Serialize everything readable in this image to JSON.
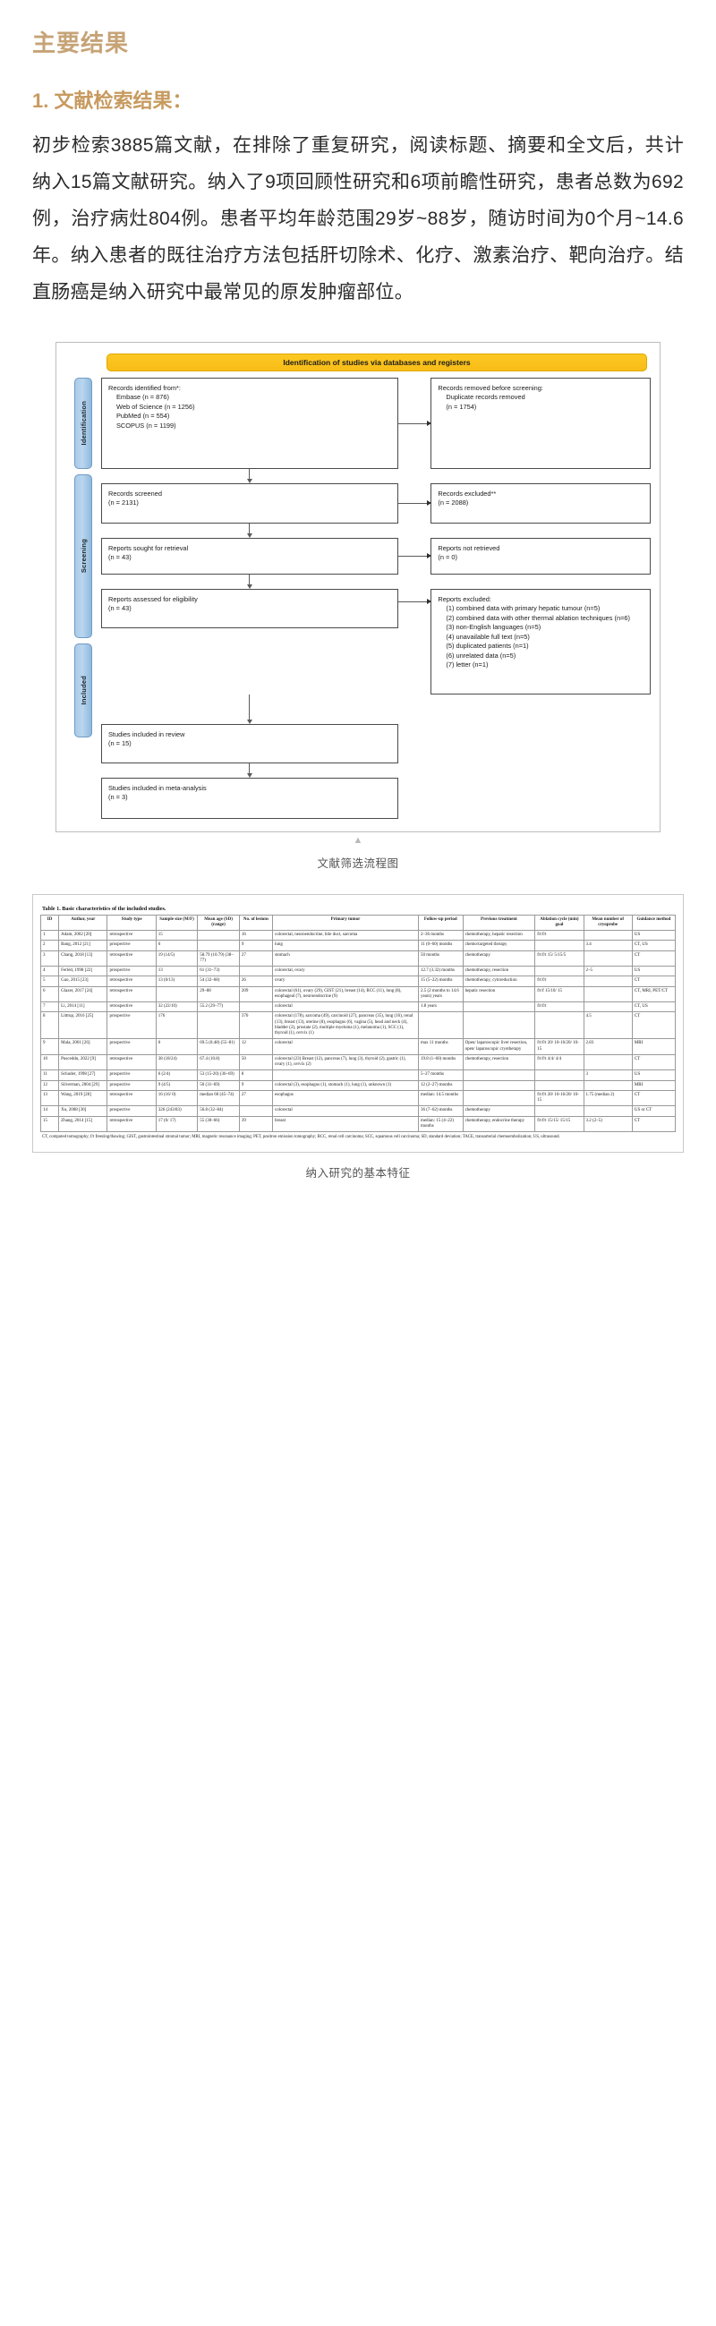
{
  "article": {
    "heading": "主要结果",
    "subheading": "1. 文献检索结果：",
    "body": "初步检索3885篇文献，在排除了重复研究，阅读标题、摘要和全文后，共计纳入15篇文献研究。纳入了9项回顾性研究和6项前瞻性研究，患者总数为692例，治疗病灶804例。患者平均年龄范围29岁~88岁，随访时间为0个月~14.6年。纳入患者的既往治疗方法包括肝切除术、化疗、激素治疗、靶向治疗。结直肠癌是纳入研究中最常见的原发肿瘤部位。"
  },
  "figure1": {
    "caption": "文献筛选流程图",
    "prisma": {
      "title": "Identification of studies via databases and registers",
      "bands": [
        "Identification",
        "Screening",
        "Included"
      ],
      "boxes": {
        "identified": "Records identified from*:",
        "identified_sources": [
          "Embase (n = 876)",
          "Web of Science (n = 1256)",
          "PubMed (n = 554)",
          "SCOPUS (n = 1199)"
        ],
        "removed_title": "Records removed before screening:",
        "removed_lines": [
          "Duplicate records removed",
          "(n = 1754)"
        ],
        "screened": [
          "Records screened",
          "(n = 2131)"
        ],
        "excluded": [
          "Records excluded**",
          "(n = 2088)"
        ],
        "sought": [
          "Reports sought for retrieval",
          "(n = 43)"
        ],
        "not_retrieved": [
          "Reports not retrieved",
          "(n = 0)"
        ],
        "assessed": [
          "Reports assessed for eligibility",
          "(n = 43)"
        ],
        "reports_excluded_title": "Reports excluded:",
        "reports_excluded_items": [
          "(1) combined data with primary hepatic tumour (n=5)",
          "(2) combined data with other thermal ablation techniques (n=6)",
          "(3) non-English languages (n=5)",
          "(4) unavailable full text (n=5)",
          "(5) duplicated patients (n=1)",
          "(6) unrelated data (n=5)",
          "(7) letter (n=1)"
        ],
        "included_review": [
          "Studies included in review",
          "(n = 15)"
        ],
        "included_meta": [
          "Studies included in meta-analysis",
          "(n = 3)"
        ]
      }
    }
  },
  "figure2": {
    "caption": "纳入研究的基本特征",
    "table": {
      "title": "Table 1.  Basic characteristics of the included studies.",
      "columns": [
        "ID",
        "Author, year",
        "Study type",
        "Sample size (M/F)",
        "Mean age (SD) (range)",
        "No. of lesions",
        "Primary tumor",
        "Follow-up period",
        "Previous treatment",
        "Ablation cycle (min) goal",
        "Mean number of cryoprobe",
        "Guidance method"
      ],
      "rows": [
        [
          "1",
          "Adam, 2002 [20]",
          "retrospective",
          "15",
          "",
          "16",
          "colorectal, neuroendocrine, bile duct, sarcoma",
          "2–36 months",
          "chemotherapy, hepatic resection",
          "f/t/f/t",
          "",
          "US"
        ],
        [
          "2",
          "Bang, 2012 [21]",
          "prospective",
          "6",
          "",
          "9",
          "lung",
          "11 (0–60) months",
          "chemo/targeted therapy",
          "",
          "3.4",
          "CT, US"
        ],
        [
          "3",
          "Chang, 2018 [13]",
          "retrospective",
          "19 (14/5)",
          "58.79 (10.79) (38–77)",
          "27",
          "stomach",
          "50 months",
          "chemotherapy",
          "f/t/f/t 15/ 5/15/5",
          "",
          "CT"
        ],
        [
          "4",
          "Ferléd, 1998 [22]",
          "prospective",
          "13",
          "61 (31–73)",
          "",
          "colorectal, ovary",
          "12.7 (3.32) months",
          "chemotherapy, resection",
          "",
          "2–5",
          "US"
        ],
        [
          "5",
          "Gao, 2015 [23]",
          "retrospective",
          "13 (0/13)",
          "54 (32–68)",
          "26",
          "ovary",
          "15 (5–22) months",
          "chemotherapy, cytoreduction",
          "f/t/f/t",
          "",
          "CT"
        ],
        [
          "6",
          "Glazer, 2017 [24]",
          "retrospective",
          "",
          "29–88",
          "209",
          "colorectal (61), ovary (29), GIST (21), breast (14), RCC (11), lung (8), esophageal (7), neuroendocrine (9)",
          "2.5 (2 months to 14.6 years) years",
          "hepatic resection",
          "f/t/f 15/10/ 15",
          "",
          "CT, MRI, PET/CT"
        ],
        [
          "7",
          "Li, 2014 [11]",
          "retrospective",
          "32 (22/10)",
          "55.2 (29–77)",
          "",
          "colorectal",
          "1.8 years",
          "",
          "f/t/f/t",
          "",
          "CT, US"
        ],
        [
          "8",
          "Littrup, 2016 [25]",
          "prospective",
          "176",
          "",
          "370",
          "colorectal (178), sarcoma (49), carcinoid (27), pancreas (35), lung (16), renal (13), breast (13), uterine (8), esophagus (6), vagina (5), head and neck (4), bladder (2), prostate (2), multiple myeloma (1), melanoma (1), SCC (1), thyroid (1), cervix (1)",
          "",
          "",
          "",
          "4.5",
          "CT"
        ],
        [
          "9",
          "Mala, 2001 [26]",
          "prospective",
          "6",
          "69.5 (8.48) (55–81)",
          "12",
          "colorectal",
          "max 11 months",
          "Open/ laparoscopic liver resection, open/ laparoscopic cryotherapy",
          "f/t/f/t 20/ 10-16/20/ 10-15",
          "2.83",
          "MRI"
        ],
        [
          "10",
          "Pusceddu, 2022 [9]",
          "retrospective",
          "38 (18/24)",
          "67.4 (10.8)",
          "50",
          "colorectal (23) Breast (12), pancreas (7), lung (3), thyroid (2), gastric (1), ovary (1), cervix (2)",
          "19.8 (1–60) months",
          "chemotherapy, resection",
          "f/t/f/t 4/4/ 4/4",
          "",
          "CT"
        ],
        [
          "11",
          "Schuder, 1998 [27]",
          "prospective",
          "6 (2/4)",
          "53 (15-20) (36–69)",
          "8",
          "",
          "5–27 months",
          "",
          "",
          "3",
          "US"
        ],
        [
          "12",
          "Silverman, 2004 [29]",
          "prospective",
          "9 (4/5)",
          "50 (31–69)",
          "9",
          "colorectal (3), esophagus (1), stomach (1), lung (1), unknown (1)",
          "12 (2–27) months",
          "",
          "",
          "",
          "MRI"
        ],
        [
          "13",
          "Wang, 2019 [28]",
          "retrospective",
          "16 (16/ 0)",
          "median 60 (45–74)",
          "27",
          "esophagus",
          "median: 14.5 months",
          "",
          "f/t/f/t 20/ 10-16/20/ 10-15",
          "1.75 (median 2)",
          "CT"
        ],
        [
          "14",
          "Xu, 2008 [30]",
          "prospective",
          "326 (243/83)",
          "56.8 (32–84)",
          "",
          "colorectal",
          "36 (7–62) months",
          "chemotherapy",
          "",
          "",
          "US or CT"
        ],
        [
          "15",
          "Zhang, 2014 [15]",
          "retrospective",
          "17 (0/ 17)",
          "55 (30–66)",
          "39",
          "breast",
          "median: 15 (4–22) months",
          "chemotherapy, endocrine therapy",
          "f/t/f/t 15/15/ 15/15",
          "3.2 (2–5)",
          "CT"
        ]
      ],
      "footnote": "CT, computed tomography; f/t freezing/thawing; GIST, gastrointestinal stromal tumor; MRI, magnetic resonance imaging; PET, positron emission tomography; RCC, renal cell carcinoma; SCC, squamous cell carcinoma; SD, standard deviation; TACE, transarterial chemoembolization; US, ultrasound."
    }
  }
}
